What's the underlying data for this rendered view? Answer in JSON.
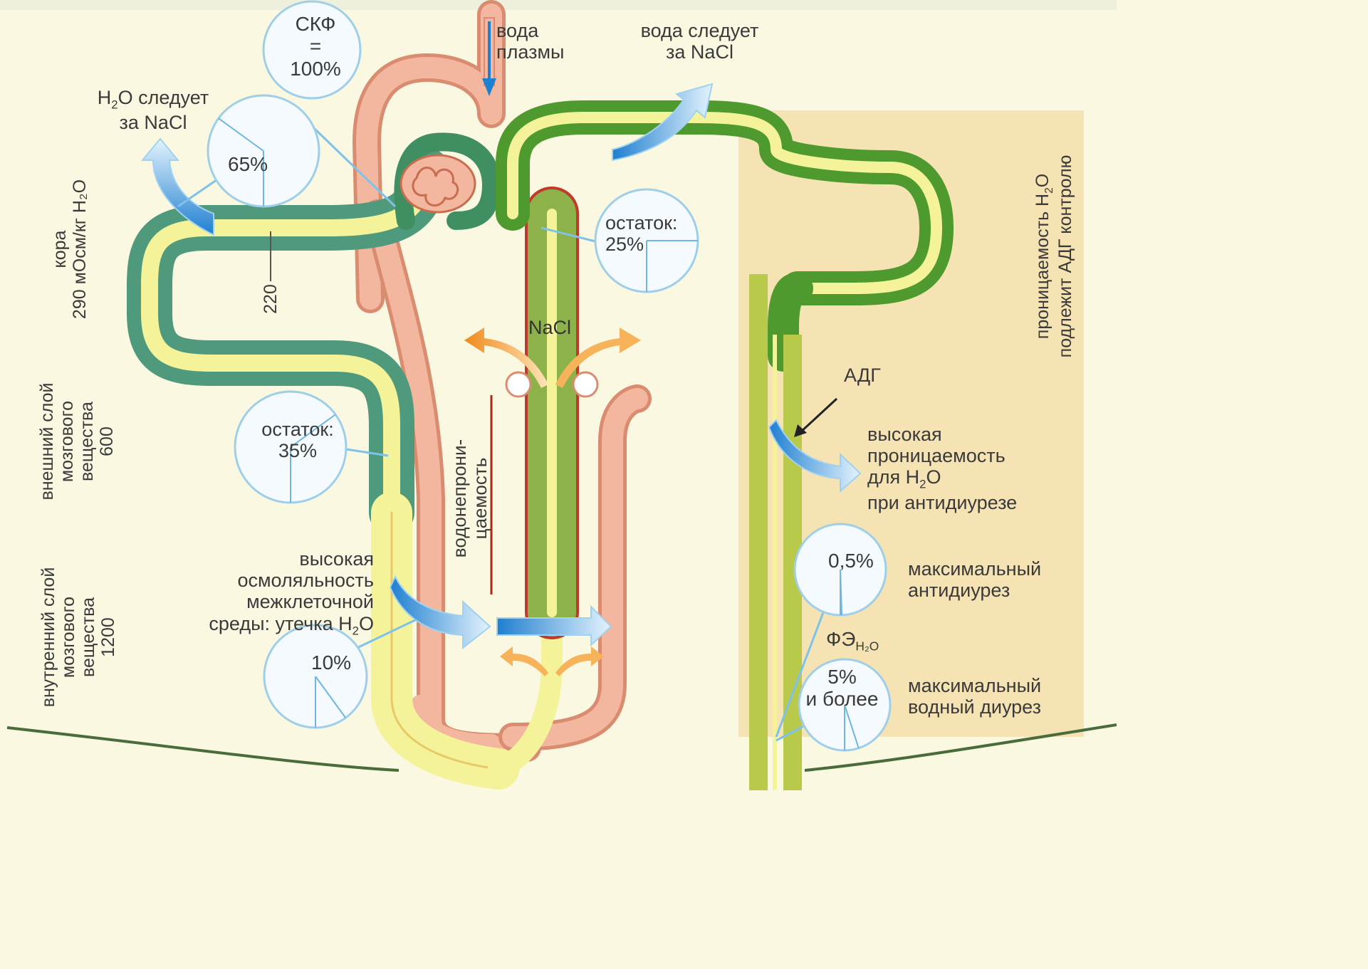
{
  "zones": {
    "cortex": {
      "name": "кора",
      "osmolality": "290 мОсм/кг H₂O"
    },
    "outer_medulla": {
      "line1": "внешний слой",
      "line2": "мозгового",
      "line3": "вещества",
      "osmolality": "600"
    },
    "inner_medulla": {
      "line1": "внутренний слой",
      "line2": "мозгового",
      "line3": "вещества",
      "osmolality": "1200"
    }
  },
  "labels": {
    "gfr": {
      "line1": "СКФ",
      "line2": "=",
      "line3": "100%"
    },
    "plasma_water": {
      "line1": "вода",
      "line2": "плазмы"
    },
    "water_follows_nacl_top": {
      "line1": "вода следует",
      "line2": "за NaCl"
    },
    "h2o_follows_nacl": {
      "line1_pre": "H",
      "line1_sub": "2",
      "line1_post": "O следует",
      "line2": "за NaCl"
    },
    "proximal": {
      "value": "65%"
    },
    "osm_220": "220",
    "remainder_35": {
      "line1": "остаток:",
      "line2": "35%"
    },
    "remainder_25": {
      "line1": "остаток:",
      "line2": "25%"
    },
    "nacl": "NaCl",
    "water_impermeability": {
      "line1": "водонепрони-",
      "line2": "цаемость"
    },
    "high_osmolality": {
      "line1": "высокая",
      "line2": "осмоляльность",
      "line3": "межклеточной",
      "line4_pre": "среды: утечка H",
      "line4_sub": "2",
      "line4_post": "O"
    },
    "loop_10": "10%",
    "adh": "АДГ",
    "high_permeability": {
      "line1": "высокая",
      "line2": "проницаемость",
      "line3_pre": "для H",
      "line3_sub": "2",
      "line3_post": "O",
      "line4": "при антидиурезе"
    },
    "adh_control": {
      "line1_pre": "проницаемость H",
      "line1_sub": "2",
      "line1_post": "O",
      "line2": "подлежит АДГ контролю"
    },
    "fe_half": "0,5%",
    "max_antidiuresis": {
      "line1": "максимальный",
      "line2": "антидиурез"
    },
    "fe": {
      "pre": "ФЭ",
      "sub": "H₂O"
    },
    "fe_5": {
      "line1": "5%",
      "line2": "и более"
    },
    "max_water_diuresis": {
      "line1": "максимальный",
      "line2": "водный диурез"
    }
  },
  "pie_fractions": {
    "proximal": 0.65,
    "remainder_35": 0.35,
    "remainder_25": 0.25,
    "loop_10": 0.1,
    "fe_half": 0.005,
    "fe_5": 0.05
  },
  "colors": {
    "background": "#fbf8e2",
    "adh_zone": "#f6e3b3",
    "tubule_dark_green": "#4f9a2f",
    "tubule_teal_green": "#4f9a7c",
    "tubule_light": "#f4f39a",
    "vessel_salmon": "#f2b79e",
    "water_arrow": "#5fb4e8",
    "nacl_arrow": "#f5a733",
    "collecting_duct": "#b9c94a"
  }
}
